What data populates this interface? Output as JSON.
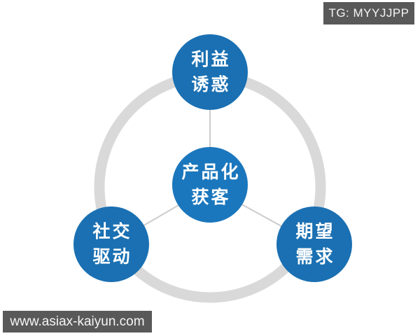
{
  "badge": {
    "label": "TG: MYYJJPP"
  },
  "watermark": {
    "label": "www.asiax-kaiyun.com"
  },
  "diagram": {
    "center": {
      "line1": "产品化",
      "line2": "获客"
    },
    "nodes": [
      {
        "id": "top",
        "line1": "利益",
        "line2": "诱惑"
      },
      {
        "id": "bottom-left",
        "line1": "社交",
        "line2": "驱动"
      },
      {
        "id": "bottom-right",
        "line1": "期望",
        "line2": "需求"
      }
    ]
  },
  "colors": {
    "node_blue": "#1a70b2",
    "center_blue": "#1b77bd",
    "ring_gray": "#d9d9d9",
    "spoke_gray": "#cccccc",
    "bar_gray": "#595959",
    "text_white": "#ffffff"
  }
}
